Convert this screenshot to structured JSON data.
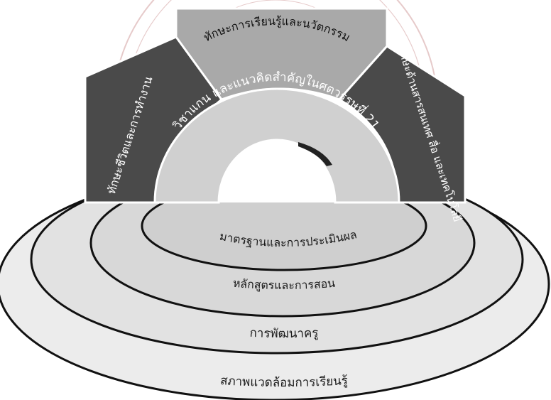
{
  "diagram": {
    "top_skills": {
      "left": "ทักษะชีวิตและการทำงาน",
      "middle": "ทักษะการเรียนรู้และนวัตกรรม",
      "right": "ทักษะด้านสารสนเทศ สื่อ และเทคโนโลยี"
    },
    "inner_arc": "วิชาแกน และแนวคิดสำคัญในศตวรรษที่ 21",
    "support_rings": {
      "ring1": "มาตรฐานและการประเมินผล",
      "ring2": "หลักสูตรและการสอน",
      "ring3": "การพัฒนาครู",
      "ring4": "สภาพแวดล้อมการเรียนรู้"
    }
  },
  "colors": {
    "watermark": "#c98b8b",
    "dark_segment": "#4a4a4a",
    "mid_segment": "#a9a9a9",
    "inner_arc": "#d0d0d0",
    "ring_fill": "#ececec"
  }
}
